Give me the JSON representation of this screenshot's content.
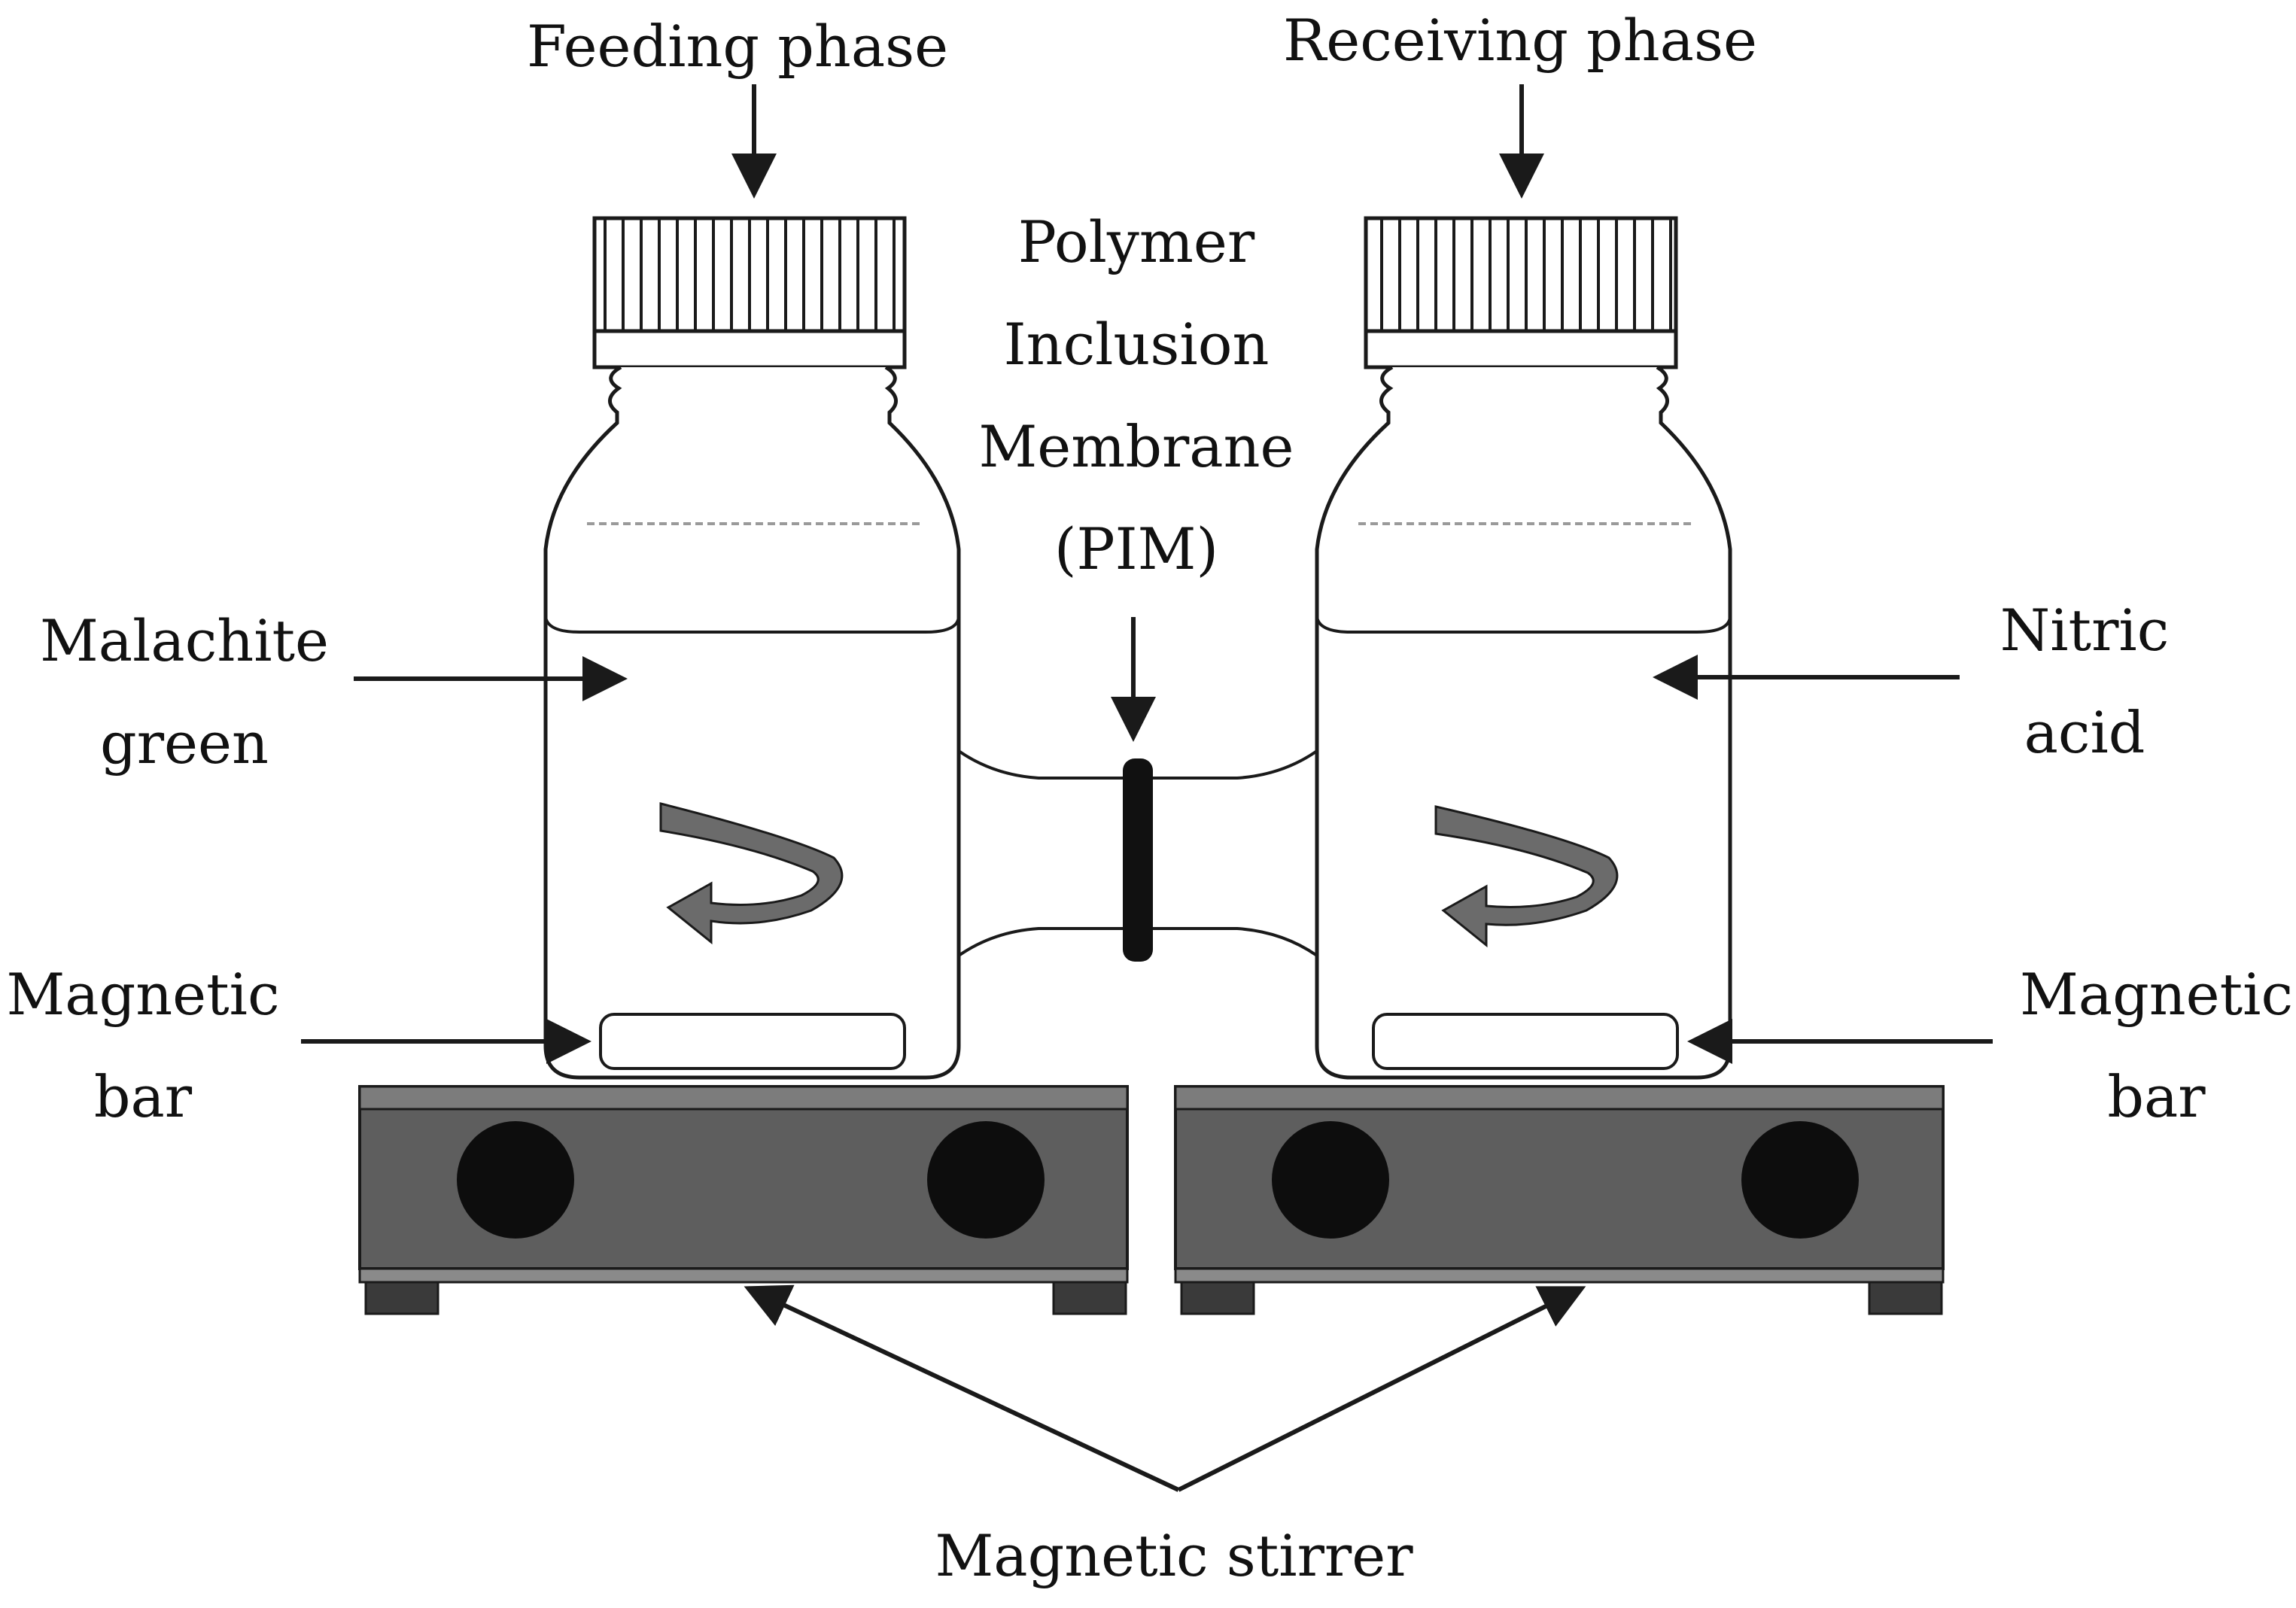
{
  "labels": {
    "feeding_phase": "Feeding phase",
    "receiving_phase": "Receiving phase",
    "pim": [
      "Polymer",
      "Inclusion",
      "Membrane",
      "(PIM)"
    ],
    "malachite_green": [
      "Malachite",
      "green"
    ],
    "nitric_acid": [
      "Nitric",
      "acid"
    ],
    "magnetic_bar_left": [
      "Magnetic",
      "bar"
    ],
    "magnetic_bar_right": [
      "Magnetic",
      "bar"
    ],
    "magnetic_stirrer": "Magnetic stirrer"
  },
  "colors": {
    "stroke": "#1a1a1a",
    "stirrer_body": "#5e5e5e",
    "stirrer_top": "#8a8a8a",
    "knob": "#0d0d0d",
    "rotation_arrow": "#6b6b6b",
    "membrane": "#111111"
  }
}
